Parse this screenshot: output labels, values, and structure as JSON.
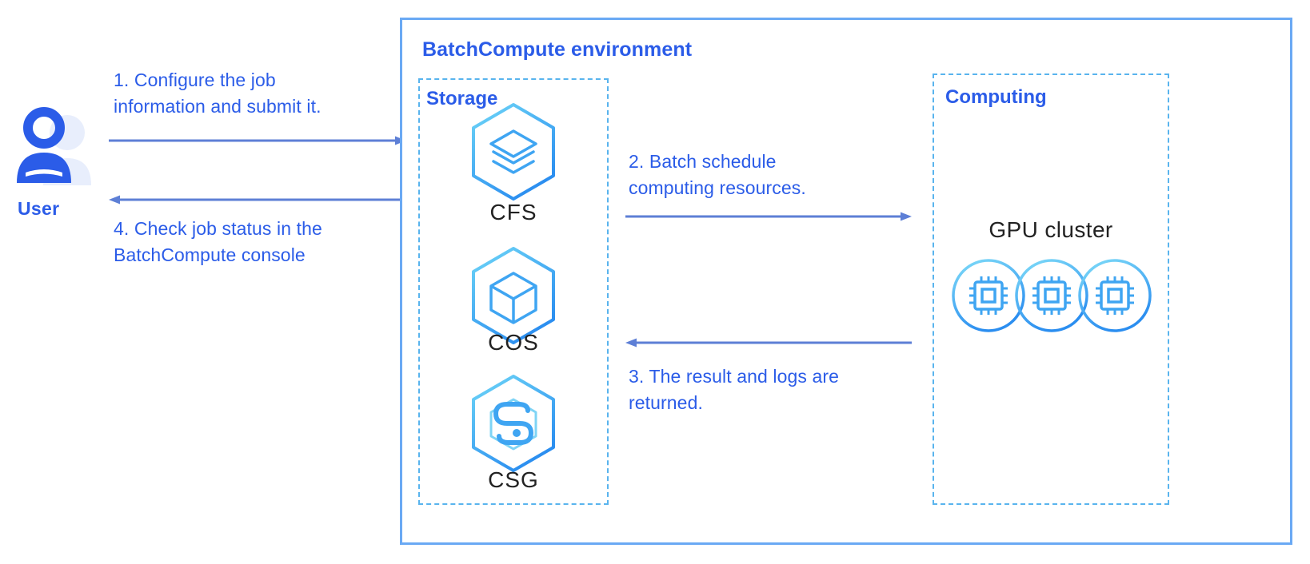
{
  "diagram": {
    "title": "BatchCompute architecture flow",
    "colors": {
      "text_blue": "#2b5ce8",
      "outer_border": "#6aa9f4",
      "dashed_border": "#59b4ee",
      "icon_blue": "#3f9ff0",
      "icon_cyan": "#5ed0f5",
      "arrow": "#5d7fd6",
      "caption_dark": "#222222"
    }
  },
  "actor": {
    "label": "User",
    "icon": "user-icon"
  },
  "outer": {
    "title": "BatchCompute environment"
  },
  "storage": {
    "label": "Storage",
    "items": [
      {
        "icon": "layers-hexagon-icon",
        "caption": "CFS"
      },
      {
        "icon": "cube-hexagon-icon",
        "caption": "COS"
      },
      {
        "icon": "s-hexagon-icon",
        "caption": "CSG"
      }
    ]
  },
  "computing": {
    "label": "Computing",
    "cluster_label": "GPU cluster",
    "node_count": 3,
    "node_icon": "cpu-chip-icon"
  },
  "steps": [
    {
      "id": "step1",
      "text": "1. Configure the job\ninformation and submit it.",
      "direction": "right",
      "from": "User",
      "to": "BatchCompute environment"
    },
    {
      "id": "step2",
      "text": "2. Batch schedule\ncomputing resources.",
      "direction": "right",
      "from": "Storage",
      "to": "Computing"
    },
    {
      "id": "step3",
      "text": "3. The result and logs are\nreturned.",
      "direction": "left",
      "from": "Computing",
      "to": "Storage"
    },
    {
      "id": "step4",
      "text": "4. Check job status in the\nBatchCompute console",
      "direction": "left",
      "from": "BatchCompute environment",
      "to": "User"
    }
  ]
}
